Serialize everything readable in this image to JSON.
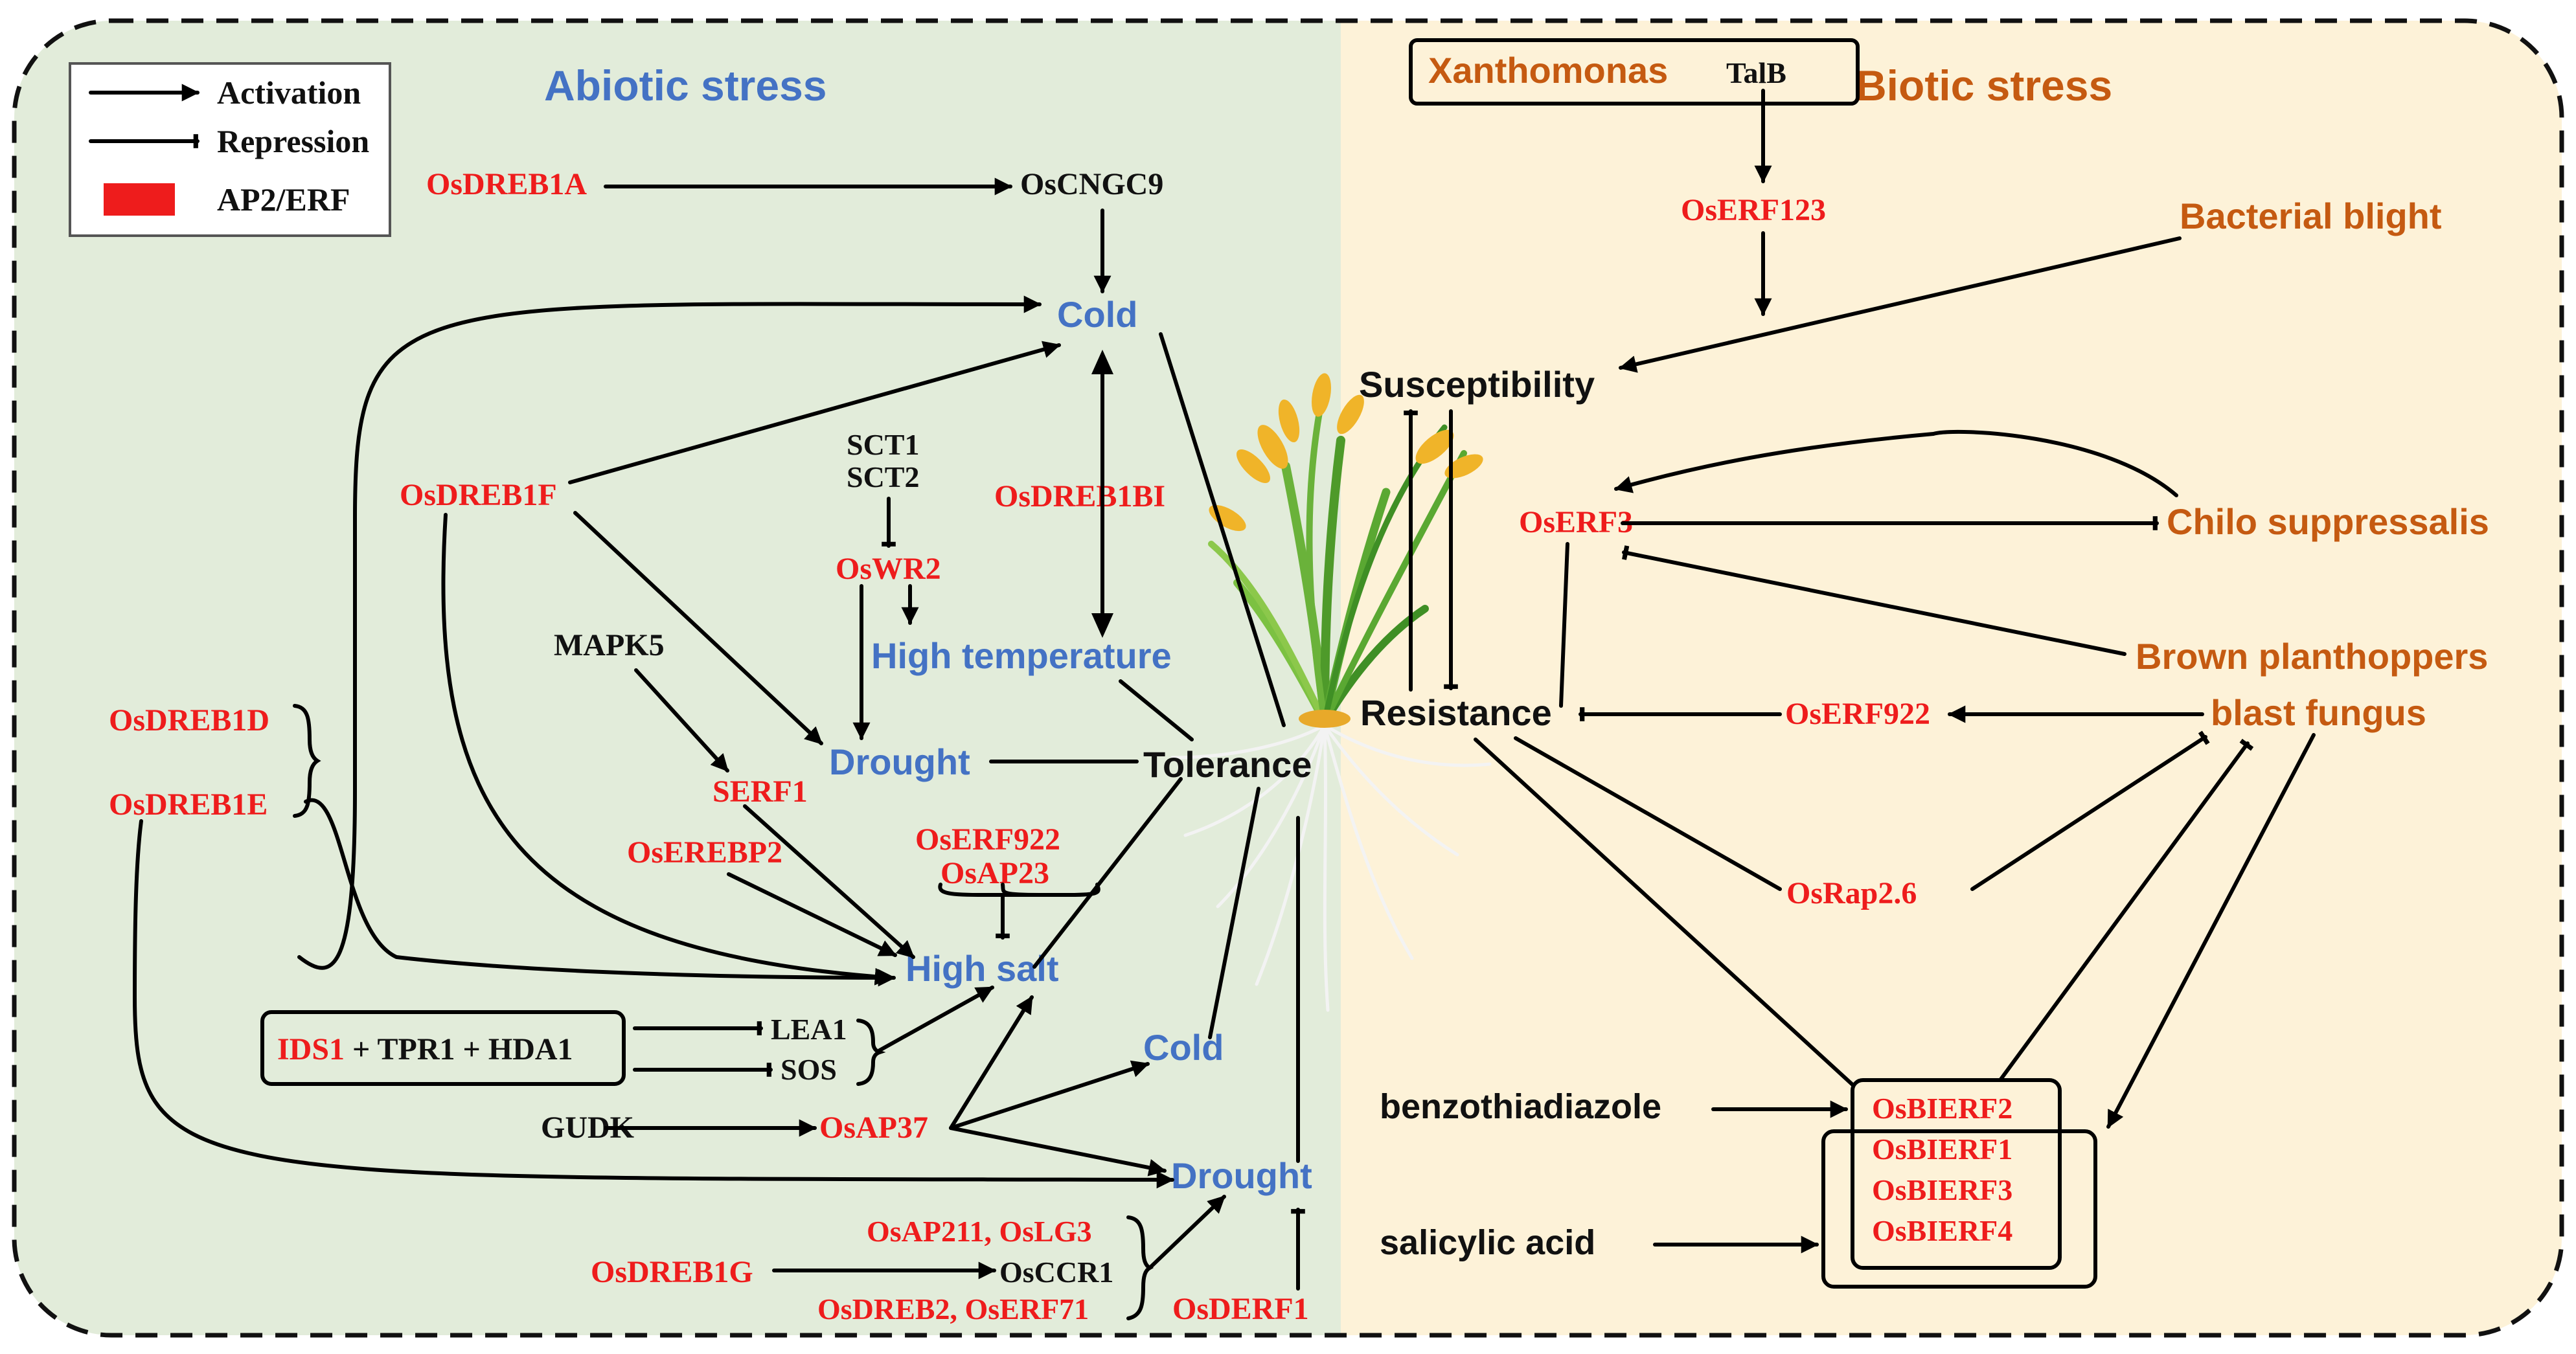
{
  "panels": {
    "abiotic_title": "Abiotic stress",
    "biotic_title": "Biotic stress"
  },
  "legend": {
    "activation": "Activation",
    "repression": "Repression",
    "ap2erf": "AP2/ERF"
  },
  "abiotic": {
    "osdreb1a": "OsDREB1A",
    "oscngc9": "OsCNGC9",
    "cold_top": "Cold",
    "sct1": "SCT1",
    "sct2": "SCT2",
    "oswr2": "OsWR2",
    "osdreb1f": "OsDREB1F",
    "osdreb1bi": "OsDREB1BI",
    "high_temperature": "High temperature",
    "mapk5": "MAPK5",
    "drought_mid": "Drought",
    "tolerance": "Tolerance",
    "serf1": "SERF1",
    "osdreb1d": "OsDREB1D",
    "osdreb1e": "OsDREB1E",
    "oserebp2": "OsEREBP2",
    "oserf922": "OsERF922",
    "osap23": "OsAP23",
    "high_salt": "High salt",
    "ids1": "IDS1",
    "tpr1_hda1": " + TPR1 + HDA1",
    "lea1": "LEA1",
    "sos": "SOS",
    "cold_low": "Cold",
    "gudk": "GUDK",
    "osap37": "OsAP37",
    "drought_low": "Drought",
    "osap211_oslg3": "OsAP211, OsLG3",
    "osdreb1g": "OsDREB1G",
    "osccr1": "OsCCR1",
    "osdreb2_oserf71": "OsDREB2, OsERF71",
    "osderf1": "OsDERF1"
  },
  "biotic": {
    "xanthomonas": "Xanthomonas",
    "talb": "TalB",
    "oserf123": "OsERF123",
    "bacterial_blight": "Bacterial blight",
    "susceptibility": "Susceptibility",
    "oserf3": "OsERF3",
    "chilo": "Chilo suppressalis",
    "brown_planthoppers": "Brown planthoppers",
    "resistance": "Resistance",
    "oserf922": "OsERF922",
    "blast_fungus": "blast fungus",
    "osrap26": "OsRap2.6",
    "benzothiadiazole": "benzothiadiazole",
    "salicylic_acid": "salicylic acid",
    "osbierf2": "OsBIERF2",
    "osbierf1": "OsBIERF1",
    "osbierf3": "OsBIERF3",
    "osbierf4": "OsBIERF4"
  },
  "colors": {
    "abiotic_bg": "#e2ecda",
    "biotic_bg": "#fdf2d8",
    "ap2erf_red": "#ee1c1c",
    "outcome_blue": "#4472c4",
    "biotic_brown": "#c55a11"
  }
}
